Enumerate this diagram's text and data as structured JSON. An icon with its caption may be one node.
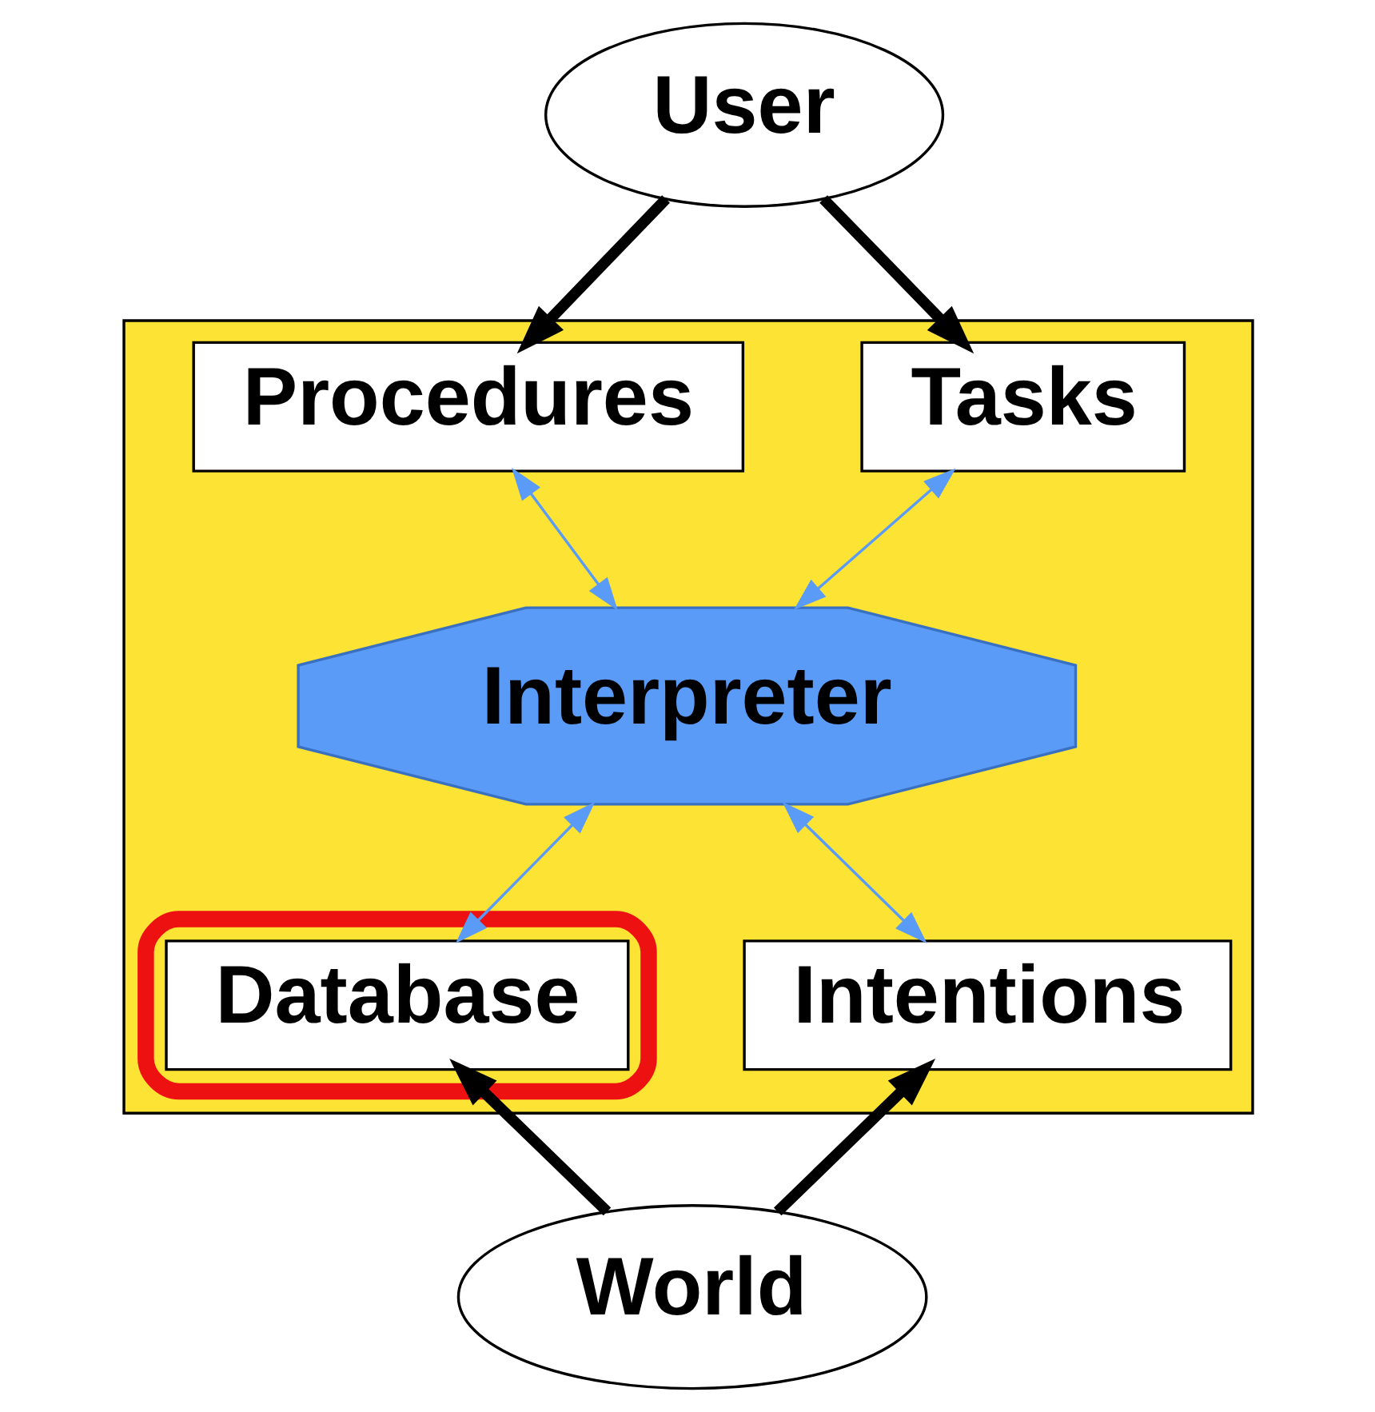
{
  "diagram": {
    "nodes": [
      {
        "text": [
          "User"
        ]
      },
      {
        "text": [],
        "shape": "box"
      },
      {
        "text": [
          "Tasks"
        ],
        "in": 1
      },
      {
        "text": [
          "Procedures"
        ],
        "in": 1
      },
      {
        "text": [
          "Interpreter"
        ],
        "in": 1
      },
      {
        "text": [],
        "shape": "ellipse",
        "in": 1
      },
      {
        "text": [
          "Database"
        ],
        "in": 5
      },
      {
        "text": [
          "Intentions"
        ],
        "in": 1
      },
      {
        "text": [
          "World"
        ]
      }
    ],
    "edges": [
      {
        "from": 0,
        "to": 2,
        "arrow": "to",
        "style": "thick",
        "color": "#000000"
      },
      {
        "from": 0,
        "to": 3,
        "arrow": "to",
        "style": "thick",
        "color": "#000000"
      },
      {
        "from": 2,
        "to": 4,
        "arrow": "both",
        "color": "#5b9bf8"
      },
      {
        "from": 3,
        "to": 4,
        "arrow": "both",
        "color": "#5b9bf8"
      },
      {
        "from": 4,
        "to": 6,
        "arrow": "both",
        "color": "#5b9bf8"
      },
      {
        "from": 4,
        "to": 7,
        "arrow": "both",
        "color": "#5b9bf8"
      },
      {
        "from": 8,
        "to": 6,
        "arrow": "to",
        "style": "thick",
        "color": "#000000"
      },
      {
        "from": 8,
        "to": 7,
        "arrow": "to",
        "style": "thick",
        "color": "#000000"
      }
    ]
  }
}
